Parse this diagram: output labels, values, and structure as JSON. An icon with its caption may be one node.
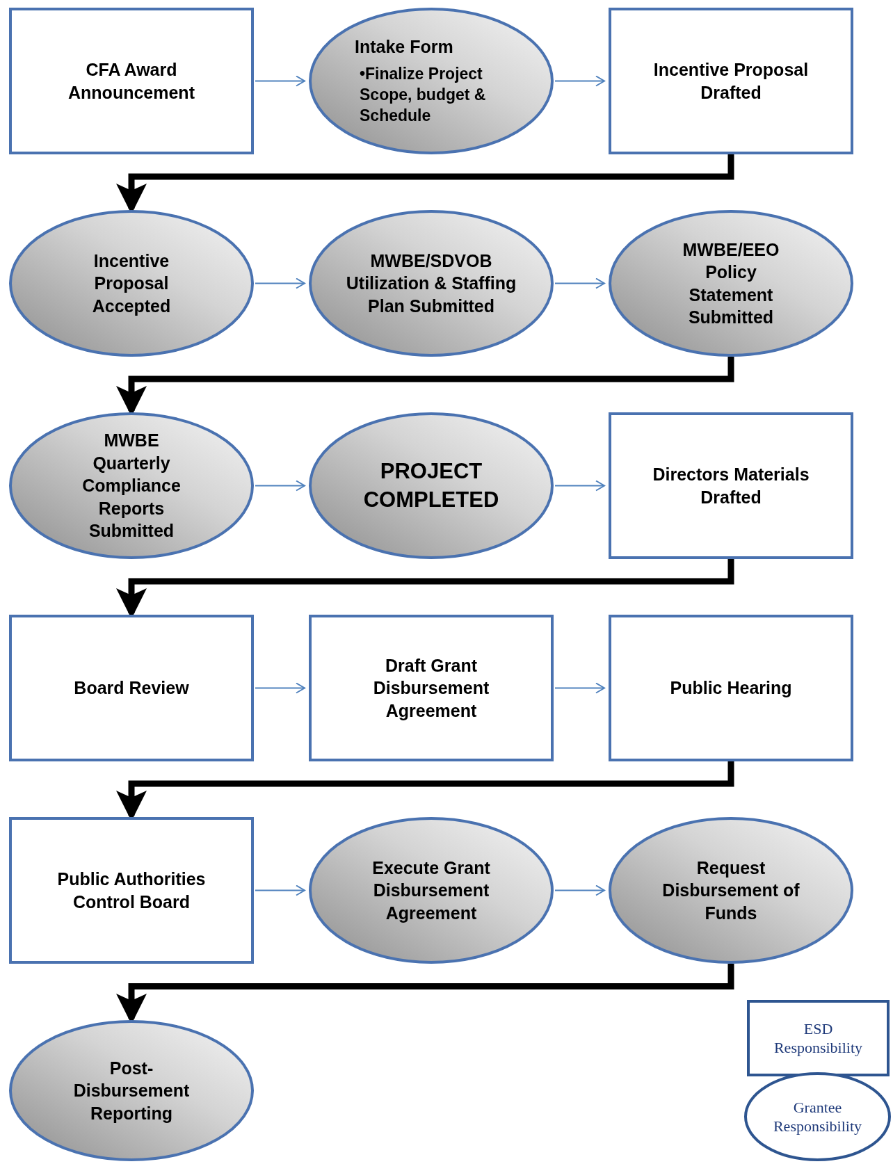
{
  "diagram": {
    "nodes": [
      {
        "text": [
          "CFA Award Announcement"
        ]
      },
      {
        "text": [
          "Intake Form",
          "•Finalize Project Scope, budget & Schedule"
        ]
      },
      {
        "text": [
          "Incentive Proposal Drafted"
        ]
      },
      {
        "text": [
          "Incentive Proposal Accepted"
        ]
      },
      {
        "text": [
          "MWBE/SDVOB Utilization & Staffing Plan Submitted"
        ]
      },
      {
        "text": [
          "MWBE/EEO Policy Statement Submitted"
        ]
      },
      {
        "text": [
          "MWBE Quarterly Compliance Reports Submitted"
        ]
      },
      {
        "text": [
          "PROJECT COMPLETED"
        ]
      },
      {
        "text": [
          "Directors Materials Drafted"
        ]
      },
      {
        "text": [
          "Board Review"
        ]
      },
      {
        "text": [
          "Draft Grant Disbursement Agreement"
        ]
      },
      {
        "text": [
          "Public Hearing"
        ]
      },
      {
        "text": [
          "Public Authorities Control Board"
        ]
      },
      {
        "text": [
          "Execute Grant Disbursement Agreement"
        ]
      },
      {
        "text": [
          "Request Disbursement of Funds"
        ]
      },
      {
        "text": [
          "Post-Disbursement Reporting"
        ]
      }
    ],
    "edges": [
      {
        "from": 0,
        "to": 1,
        "arrow": "to"
      },
      {
        "from": 1,
        "to": 2,
        "arrow": "to"
      },
      {
        "from": 2,
        "to": 3,
        "arrow": "to",
        "style": "thick",
        "color": "#000000"
      },
      {
        "from": 3,
        "to": 4,
        "arrow": "to"
      },
      {
        "from": 4,
        "to": 5,
        "arrow": "to"
      },
      {
        "from": 5,
        "to": 6,
        "arrow": "to",
        "style": "thick",
        "color": "#000000"
      },
      {
        "from": 6,
        "to": 7,
        "arrow": "to"
      },
      {
        "from": 7,
        "to": 8,
        "arrow": "to"
      },
      {
        "from": 8,
        "to": 9,
        "arrow": "to",
        "style": "thick",
        "color": "#000000"
      },
      {
        "from": 9,
        "to": 10,
        "arrow": "to"
      },
      {
        "from": 10,
        "to": 11,
        "arrow": "to"
      },
      {
        "from": 11,
        "to": 12,
        "arrow": "to",
        "style": "thick",
        "color": "#000000"
      },
      {
        "from": 12,
        "to": 13,
        "arrow": "to"
      },
      {
        "from": 13,
        "to": 14,
        "arrow": "to"
      },
      {
        "from": 14,
        "to": 15,
        "arrow": "to",
        "style": "thick",
        "color": "#000000"
      }
    ],
    "legend": [
      {
        "text": "ESD Responsibility"
      },
      {
        "text": "Grantee Responsibility"
      }
    ]
  }
}
